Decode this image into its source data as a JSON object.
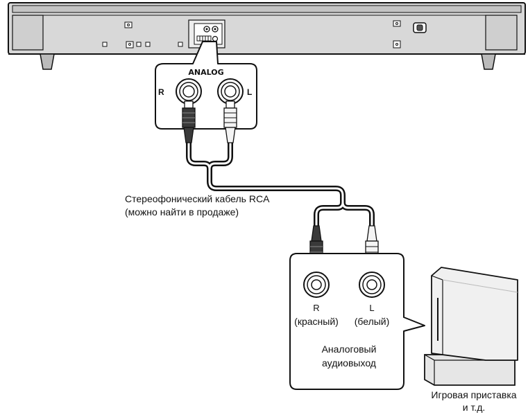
{
  "soundbar": {
    "panel_title": "ANALOG",
    "jack_right": "R",
    "jack_left": "L"
  },
  "cable": {
    "label_line1": "Стереофонический кабель RCA",
    "label_line2": "(можно найти в продаже)"
  },
  "source": {
    "jack_right": "R",
    "jack_left": "L",
    "color_right": "(красный)",
    "color_left": "(белый)",
    "output_line1": "Аналоговый",
    "output_line2": "аудиовыход"
  },
  "device": {
    "label_line1": "Игровая приставка",
    "label_line2": "и т.д."
  },
  "colors": {
    "outline": "#111111",
    "device_body": "#e6e6e6",
    "soundbar_body": "#d8d8d8",
    "plug_dark": "#3a3a3a",
    "plug_light": "#f4f4f4"
  }
}
